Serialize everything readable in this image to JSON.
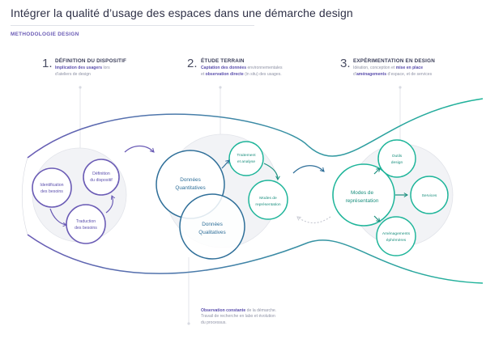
{
  "header": {
    "title": "Intégrer la qualité d’usage des espaces dans une démarche design",
    "subtitle": "METHODOLOGIE DESIGN"
  },
  "steps": [
    {
      "number": "1.",
      "title": "DÉFINITION DU DISPOSITIF",
      "desc_bold": "Implication des usagers",
      "desc_rest": " lors",
      "desc_line2": "d’ateliers de design"
    },
    {
      "number": "2.",
      "title": "ÉTUDE TERRAIN",
      "desc_bold": "Captation des données",
      "desc_rest": " environnementales",
      "desc_line2_pre": "et ",
      "desc_line2_bold": "observation directe",
      "desc_line2_rest": " (in situ) des usages."
    },
    {
      "number": "3.",
      "title": "EXPÉRIMENTATION EN DESIGN",
      "desc_pre": "Idéation, conception et ",
      "desc_bold": "mise en place",
      "desc_line2_pre": "d’",
      "desc_line2_bold": "aménagements",
      "desc_line2_rest": " d’espace, et de services"
    }
  ],
  "nodes": {
    "identification": [
      "Identification",
      "des besoins"
    ],
    "definition": [
      "Définition",
      "du dispositif"
    ],
    "traduction": [
      "Traduction",
      "des besoins"
    ],
    "quantitatives": [
      "Données",
      "Quantitatives"
    ],
    "qualitatives": [
      "Données",
      "Qualitatives"
    ],
    "traitement": [
      "Traitement",
      "et analyse"
    ],
    "modes_rep_small": [
      "Modes de",
      "représentation"
    ],
    "modes_rep_big": [
      "Modes de",
      "représentation"
    ],
    "outils": [
      "Outils",
      "design"
    ],
    "services": [
      "Services"
    ],
    "amenagements": [
      "Aménagements",
      "éphémères"
    ]
  },
  "footer": {
    "line1_bold": "Observation constante",
    "line1_rest": " de la démarche.",
    "line2": "Travail de recherche en labo et évolution",
    "line3": "du processus."
  },
  "colors": {
    "purple": "#6a5bb5",
    "teal": "#1fb59a",
    "blue": "#2f6f99",
    "grey_fill": "#f1f2f5",
    "grey_line": "#d5d7df"
  }
}
